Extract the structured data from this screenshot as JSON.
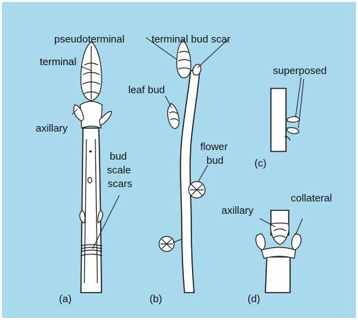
{
  "colors": {
    "background": "#a9d9ec",
    "ink": "#1a1a1a",
    "stem_fill": "#ffffff"
  },
  "labels": {
    "pseudoterminal": "pseudoterminal",
    "terminal": "terminal",
    "axillary_a": "axillary",
    "bud": "bud",
    "scale": "scale",
    "scars": "scars",
    "terminal_bud_scar": "terminal bud scar",
    "leaf_bud": "leaf bud",
    "flower": "flower",
    "flower_bud": "bud",
    "superposed": "superposed",
    "axillary_d": "axillary",
    "collateral": "collateral"
  },
  "panels": {
    "a": "(a)",
    "b": "(b)",
    "c": "(c)",
    "d": "(d)"
  }
}
